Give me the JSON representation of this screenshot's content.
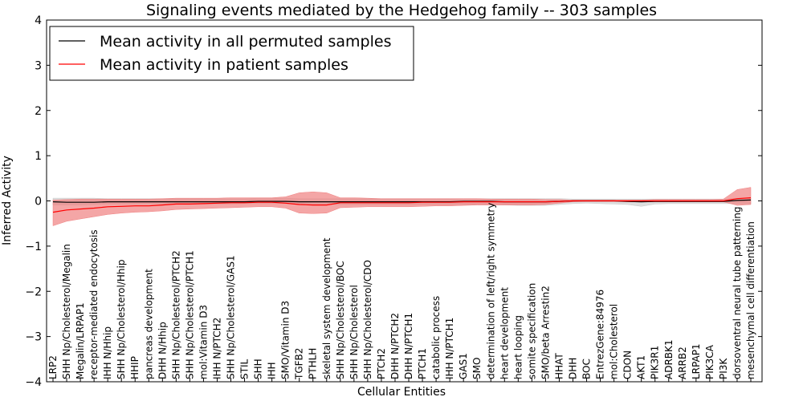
{
  "chart_data": {
    "type": "line",
    "title": "Signaling events mediated by the Hedgehog family -- 303 samples",
    "xlabel": "Cellular Entities",
    "ylabel": "Inferred Activity",
    "ylim": [
      -4,
      4
    ],
    "yticks": [
      "−4",
      "−3",
      "−2",
      "−1",
      "0",
      "1",
      "2",
      "3",
      "4"
    ],
    "grid": false,
    "legend_position": "top-left",
    "categories": [
      "LRP2",
      "SHH Np/Cholesterol/Megalin",
      "Megalin/LRPAP1",
      "receptor-mediated endocytosis",
      "IHH N/Hhip",
      "SHH Np/Cholesterol/Hhip",
      "HHIP",
      "pancreas development",
      "DHH N/Hhip",
      "SHH Np/Cholesterol/PTCH2",
      "SHH Np/Cholesterol/PTCH1",
      "mol:Vitamin D3",
      "IHH N/PTCH2",
      "SHH Np/Cholesterol/GAS1",
      "STIL",
      "SHH",
      "IHH",
      "SMO/Vitamin D3",
      "TGFB2",
      "PTHLH",
      "skeletal system development",
      "SHH Np/Cholesterol/BOC",
      "SHH Np/Cholesterol",
      "SHH Np/Cholesterol/CDO",
      "PTCH2",
      "DHH N/PTCH2",
      "DHH N/PTCH1",
      "PTCH1",
      "catabolic process",
      "IHH N/PTCH1",
      "GAS1",
      "SMO",
      "determination of left/right symmetry",
      "heart development",
      "heart looping",
      "somite specification",
      "SMO/beta Arrestin2",
      "HHAT",
      "DHH",
      "BOC",
      "EntrezGene:84976",
      "mol:Cholesterol",
      "CDON",
      "AKT1",
      "PIK3R1",
      "ADRBK1",
      "ARRB2",
      "LRPAP1",
      "PIK3CA",
      "PI3K",
      "dorsoventral neural tube patterning",
      "mesenchymal cell differentiation"
    ],
    "series": [
      {
        "name": "Mean activity in all permuted samples",
        "color": "#000000",
        "band_color": "#c8c8c8",
        "values": [
          -0.02,
          -0.03,
          -0.03,
          -0.03,
          -0.02,
          -0.02,
          -0.02,
          -0.02,
          -0.02,
          -0.02,
          -0.02,
          -0.02,
          -0.02,
          -0.02,
          -0.02,
          -0.01,
          -0.01,
          -0.01,
          -0.02,
          -0.02,
          -0.02,
          -0.02,
          -0.02,
          -0.02,
          -0.02,
          -0.02,
          -0.02,
          -0.02,
          -0.02,
          -0.02,
          -0.01,
          -0.01,
          -0.01,
          -0.02,
          -0.02,
          -0.02,
          -0.02,
          -0.01,
          0.0,
          0.0,
          0.0,
          0.0,
          -0.01,
          -0.02,
          -0.01,
          -0.01,
          -0.01,
          -0.01,
          -0.01,
          -0.01,
          0.01,
          0.02
        ],
        "lower": [
          -0.09,
          -0.09,
          -0.09,
          -0.08,
          -0.07,
          -0.07,
          -0.07,
          -0.07,
          -0.07,
          -0.07,
          -0.07,
          -0.07,
          -0.07,
          -0.07,
          -0.06,
          -0.06,
          -0.06,
          -0.06,
          -0.08,
          -0.08,
          -0.08,
          -0.08,
          -0.08,
          -0.08,
          -0.08,
          -0.08,
          -0.08,
          -0.08,
          -0.08,
          -0.08,
          -0.08,
          -0.08,
          -0.08,
          -0.09,
          -0.1,
          -0.1,
          -0.1,
          -0.08,
          -0.06,
          -0.05,
          -0.06,
          -0.07,
          -0.08,
          -0.12,
          -0.07,
          -0.06,
          -0.06,
          -0.06,
          -0.06,
          -0.06,
          -0.06,
          -0.07
        ],
        "upper": [
          0.06,
          0.06,
          0.06,
          0.06,
          0.05,
          0.05,
          0.05,
          0.05,
          0.05,
          0.05,
          0.05,
          0.05,
          0.05,
          0.05,
          0.05,
          0.06,
          0.06,
          0.06,
          0.05,
          0.05,
          0.05,
          0.05,
          0.05,
          0.05,
          0.05,
          0.05,
          0.05,
          0.05,
          0.05,
          0.05,
          0.05,
          0.05,
          0.05,
          0.05,
          0.05,
          0.05,
          0.05,
          0.05,
          0.04,
          0.04,
          0.04,
          0.04,
          0.04,
          0.04,
          0.04,
          0.04,
          0.04,
          0.04,
          0.04,
          0.04,
          0.05,
          0.06
        ]
      },
      {
        "name": "Mean activity in patient samples",
        "color": "#ff0000",
        "band_color": "#f08080",
        "values": [
          -0.25,
          -0.2,
          -0.18,
          -0.16,
          -0.13,
          -0.12,
          -0.11,
          -0.11,
          -0.09,
          -0.07,
          -0.07,
          -0.06,
          -0.05,
          -0.04,
          -0.04,
          -0.03,
          -0.03,
          -0.05,
          -0.08,
          -0.09,
          -0.09,
          -0.04,
          -0.04,
          -0.04,
          -0.04,
          -0.04,
          -0.04,
          -0.03,
          -0.03,
          -0.03,
          -0.02,
          -0.02,
          -0.02,
          -0.02,
          -0.02,
          -0.02,
          -0.02,
          -0.01,
          0.0,
          0.0,
          0.0,
          0.0,
          0.0,
          0.0,
          0.0,
          0.0,
          0.0,
          0.0,
          0.0,
          0.0,
          0.05,
          0.07
        ],
        "lower": [
          -0.55,
          -0.45,
          -0.4,
          -0.35,
          -0.3,
          -0.27,
          -0.25,
          -0.24,
          -0.22,
          -0.19,
          -0.18,
          -0.17,
          -0.16,
          -0.15,
          -0.14,
          -0.13,
          -0.13,
          -0.16,
          -0.27,
          -0.28,
          -0.27,
          -0.15,
          -0.14,
          -0.13,
          -0.13,
          -0.13,
          -0.13,
          -0.12,
          -0.11,
          -0.11,
          -0.1,
          -0.09,
          -0.09,
          -0.09,
          -0.09,
          -0.09,
          -0.08,
          -0.05,
          -0.02,
          -0.01,
          -0.01,
          -0.01,
          -0.02,
          -0.02,
          -0.02,
          -0.02,
          -0.02,
          -0.02,
          -0.02,
          -0.02,
          -0.1,
          -0.08
        ],
        "upper": [
          0.02,
          0.03,
          0.04,
          0.04,
          0.04,
          0.04,
          0.04,
          0.04,
          0.05,
          0.06,
          0.06,
          0.06,
          0.06,
          0.07,
          0.07,
          0.07,
          0.07,
          0.09,
          0.18,
          0.2,
          0.18,
          0.07,
          0.07,
          0.06,
          0.05,
          0.05,
          0.05,
          0.05,
          0.05,
          0.05,
          0.05,
          0.05,
          0.04,
          0.04,
          0.04,
          0.04,
          0.03,
          0.03,
          0.02,
          0.02,
          0.02,
          0.02,
          0.02,
          0.02,
          0.03,
          0.03,
          0.03,
          0.03,
          0.03,
          0.04,
          0.25,
          0.3
        ]
      }
    ]
  }
}
